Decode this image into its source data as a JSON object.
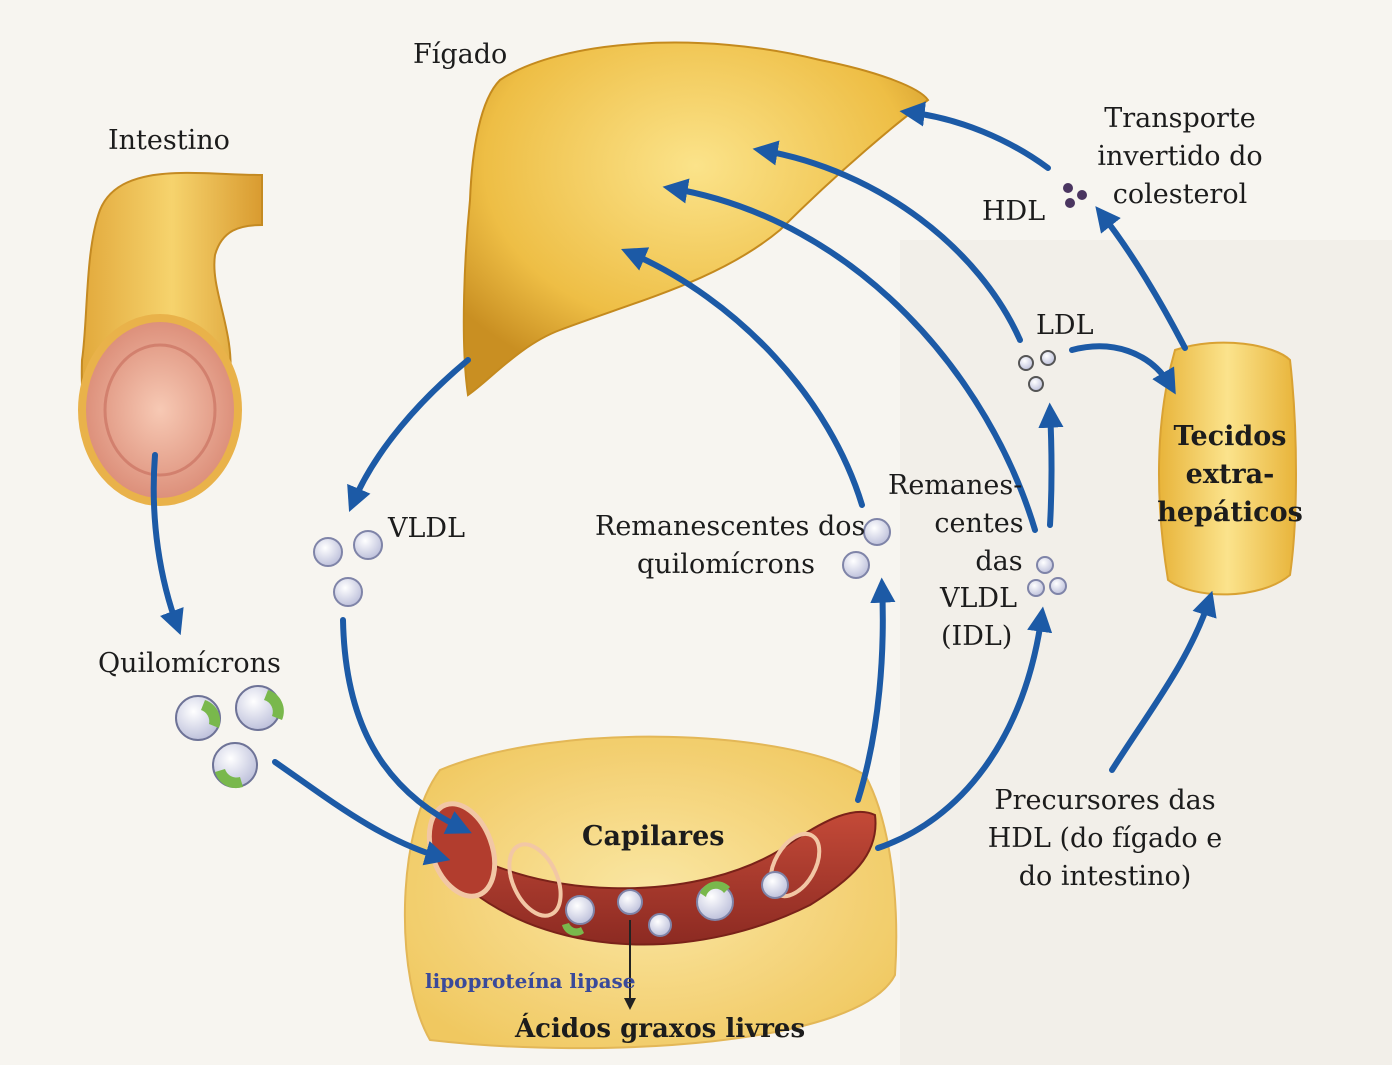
{
  "labels": {
    "liver": "Fígado",
    "intestine": "Intestino",
    "chylomicrons": "Quilomícrons",
    "vldl": "VLDL",
    "chylomicron_remnants_line1": "Remanescentes dos",
    "chylomicron_remnants_line2": "quilomícrons",
    "vldl_remnants_line1": "Remanes-",
    "vldl_remnants_line2": "centes",
    "vldl_remnants_line3": "das",
    "vldl_remnants_line4": "VLDL",
    "vldl_remnants_line5": "(IDL)",
    "ldl": "LDL",
    "hdl": "HDL",
    "reverse_transport_line1": "Transporte",
    "reverse_transport_line2": "invertido do",
    "reverse_transport_line3": "colesterol",
    "tissues_line1": "Tecidos",
    "tissues_line2": "extra-",
    "tissues_line3": "hepáticos",
    "capillaries": "Capilares",
    "hdl_precursors_line1": "Precursores das",
    "hdl_precursors_line2": "HDL (do fígado e",
    "hdl_precursors_line3": "do intestino)",
    "lipase": "lipoproteína lipase",
    "free_fatty_acids": "Ácidos graxos livres"
  },
  "colors": {
    "arrow": "#1c5aa6",
    "liver": "#eebe45",
    "tissue": "#f4cc5a",
    "vessel": "#a8352a",
    "particle": "#d9dbeb",
    "particle_green": "#79b84c",
    "text": "#1c1c1c",
    "lipase_text": "#3a4a9a"
  }
}
